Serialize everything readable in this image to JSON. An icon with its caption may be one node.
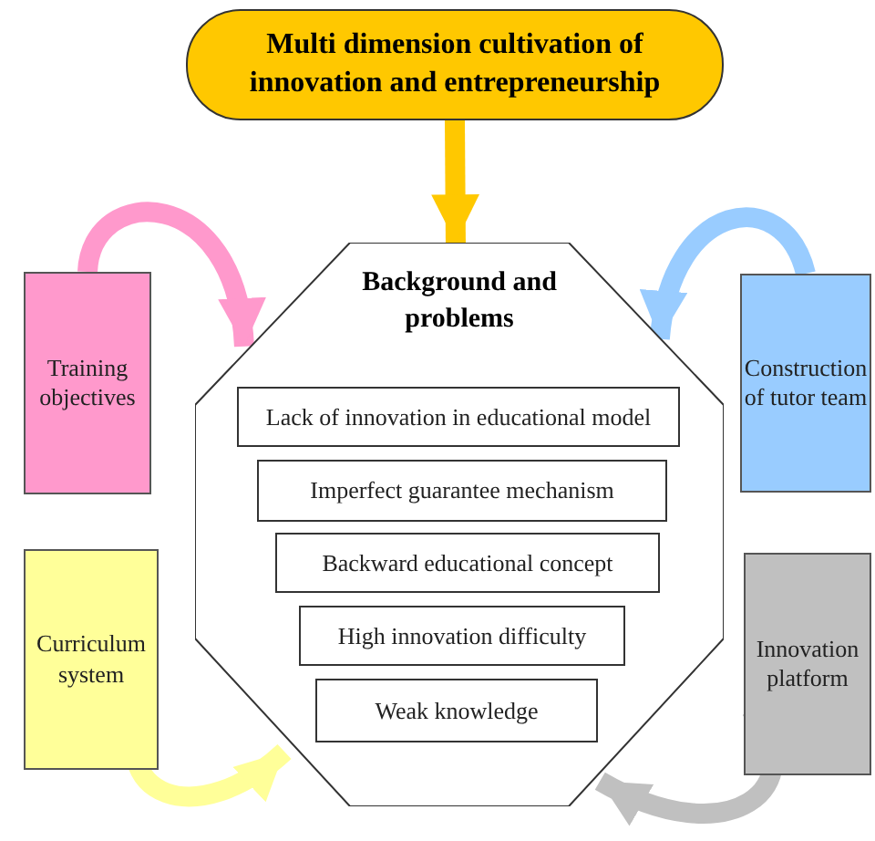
{
  "diagram": {
    "nodes": [
      {
        "text": [
          "Multi dimension cultivation of innovation and entrepreneurship"
        ]
      },
      {
        "text": [
          "Background and problems"
        ]
      },
      {
        "text": [
          "Lack of innovation in educational model"
        ],
        "in": 1
      },
      {
        "text": [
          "Imperfect guarantee mechanism"
        ],
        "in": 1
      },
      {
        "text": [
          "Backward educational concept"
        ],
        "in": 1
      },
      {
        "text": [
          "High innovation difficulty"
        ],
        "in": 1
      },
      {
        "text": [
          "Weak knowledge"
        ],
        "in": 1
      },
      {
        "text": [
          "Training objectives"
        ]
      },
      {
        "text": [
          "Curriculum system"
        ]
      },
      {
        "text": [
          "Construction of tutor team"
        ]
      },
      {
        "text": [
          "Innovation platform"
        ]
      }
    ],
    "edges": [
      {
        "from": 0,
        "to": 1,
        "arrow": "to",
        "color": "#ffc800"
      },
      {
        "from": 7,
        "to": 1,
        "arrow": "to",
        "color": "#ff99cc"
      },
      {
        "from": 8,
        "to": 1,
        "arrow": "to",
        "color": "#ffff99"
      },
      {
        "from": 9,
        "to": 1,
        "arrow": "to",
        "color": "#99ccff"
      },
      {
        "from": 10,
        "to": 1,
        "arrow": "to",
        "color": "#c0c0c0"
      }
    ]
  }
}
